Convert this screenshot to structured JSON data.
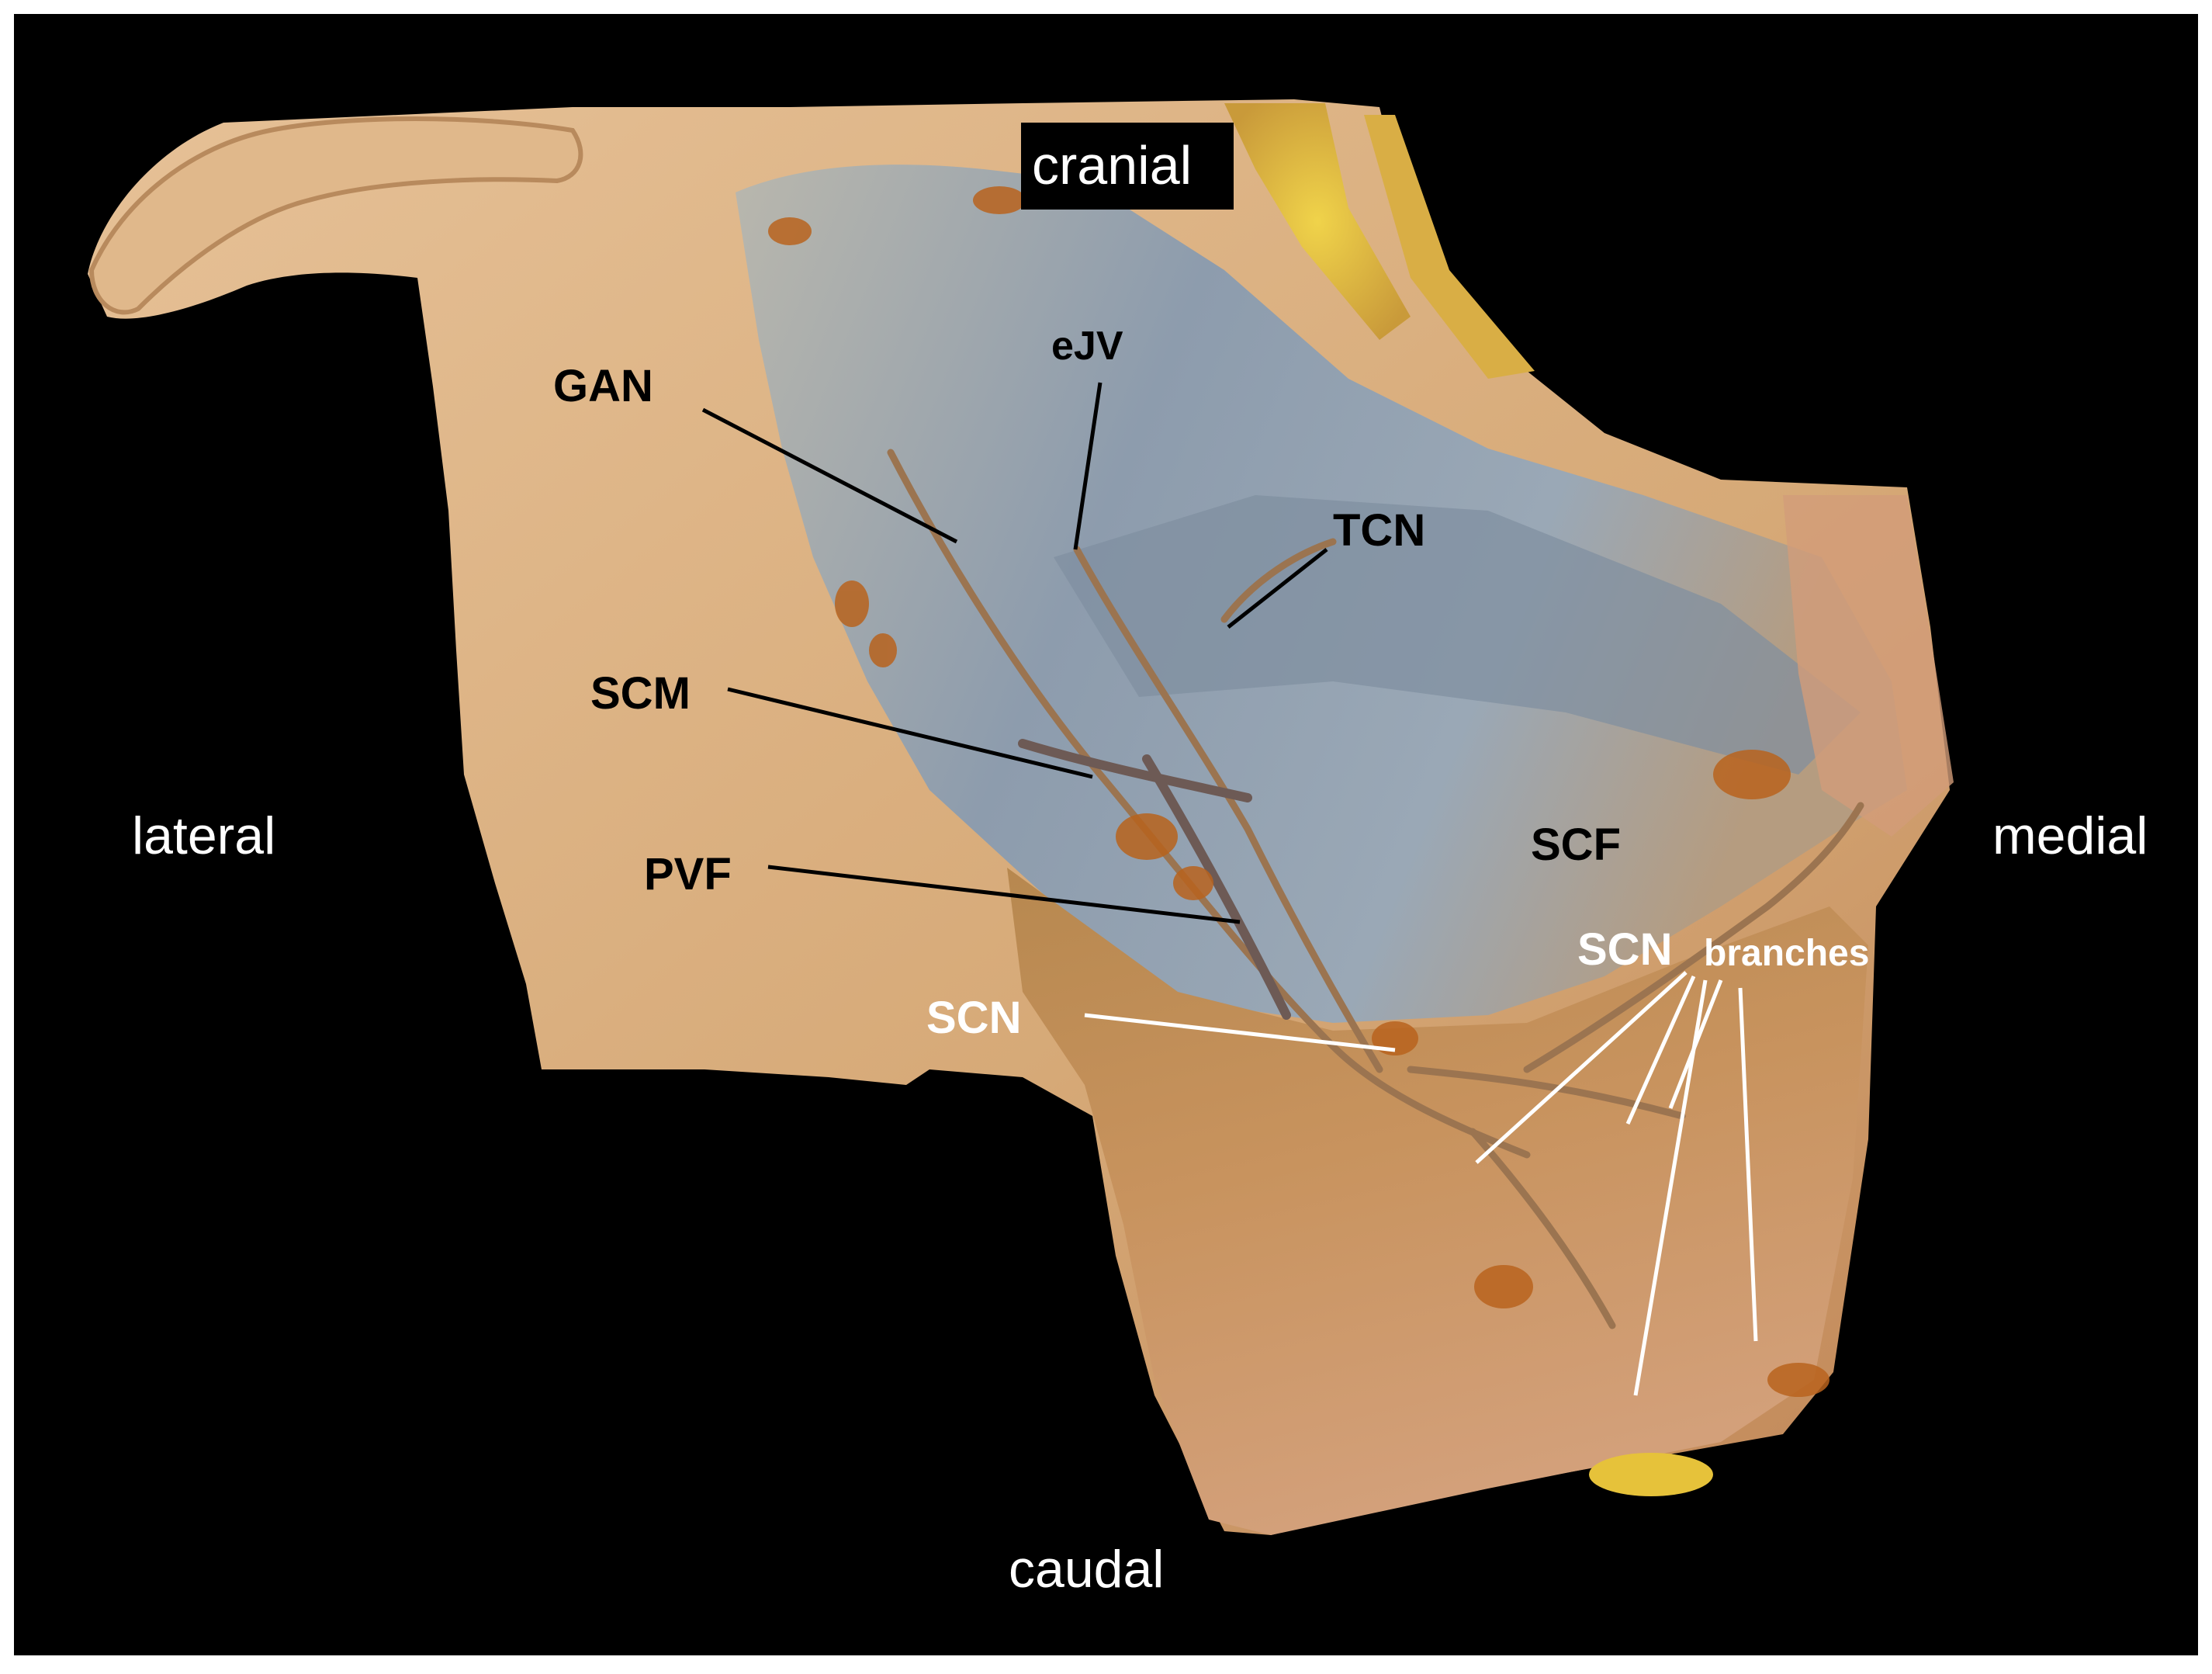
{
  "image": {
    "description_colors": {
      "background": "#000000",
      "skin": "#dcb283",
      "fascia": "#8fa1b3",
      "fat": "#e3c23e",
      "muscle": "#b58455"
    }
  },
  "orientation": {
    "cranial": "cranial",
    "caudal": "caudal",
    "lateral": "lateral",
    "medial": "medial"
  },
  "labels": {
    "gan": "GAN",
    "ejv": "eJV",
    "tcn": "TCN",
    "scm": "SCM",
    "pvf": "PVF",
    "scf": "SCF",
    "scn": "SCN",
    "scn_branches_prefix": "SCN",
    "scn_branches_suffix": "branches"
  }
}
